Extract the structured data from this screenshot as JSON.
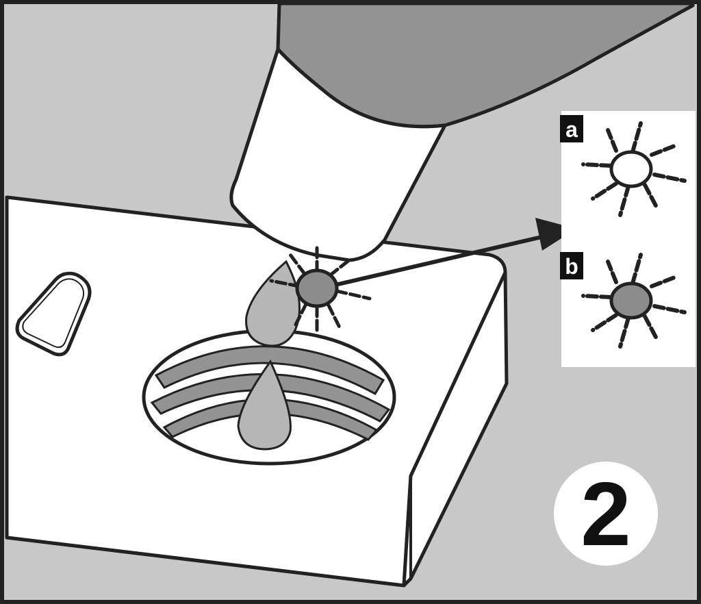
{
  "figure": {
    "step_number": "2",
    "inset": {
      "labels": [
        "a",
        "b"
      ],
      "items": [
        {
          "label": "a",
          "icon": "sun-light-off-icon",
          "center_fill": "#ffffff"
        },
        {
          "label": "b",
          "icon": "sun-light-on-icon",
          "center_fill": "#8c8c8c"
        }
      ]
    },
    "colors": {
      "background": "#c8c8c8",
      "device": "#ffffff",
      "bottle": "#939393",
      "drop": "#b6b6b6",
      "indicator": "#8c8c8c",
      "outline": "#222222"
    }
  }
}
